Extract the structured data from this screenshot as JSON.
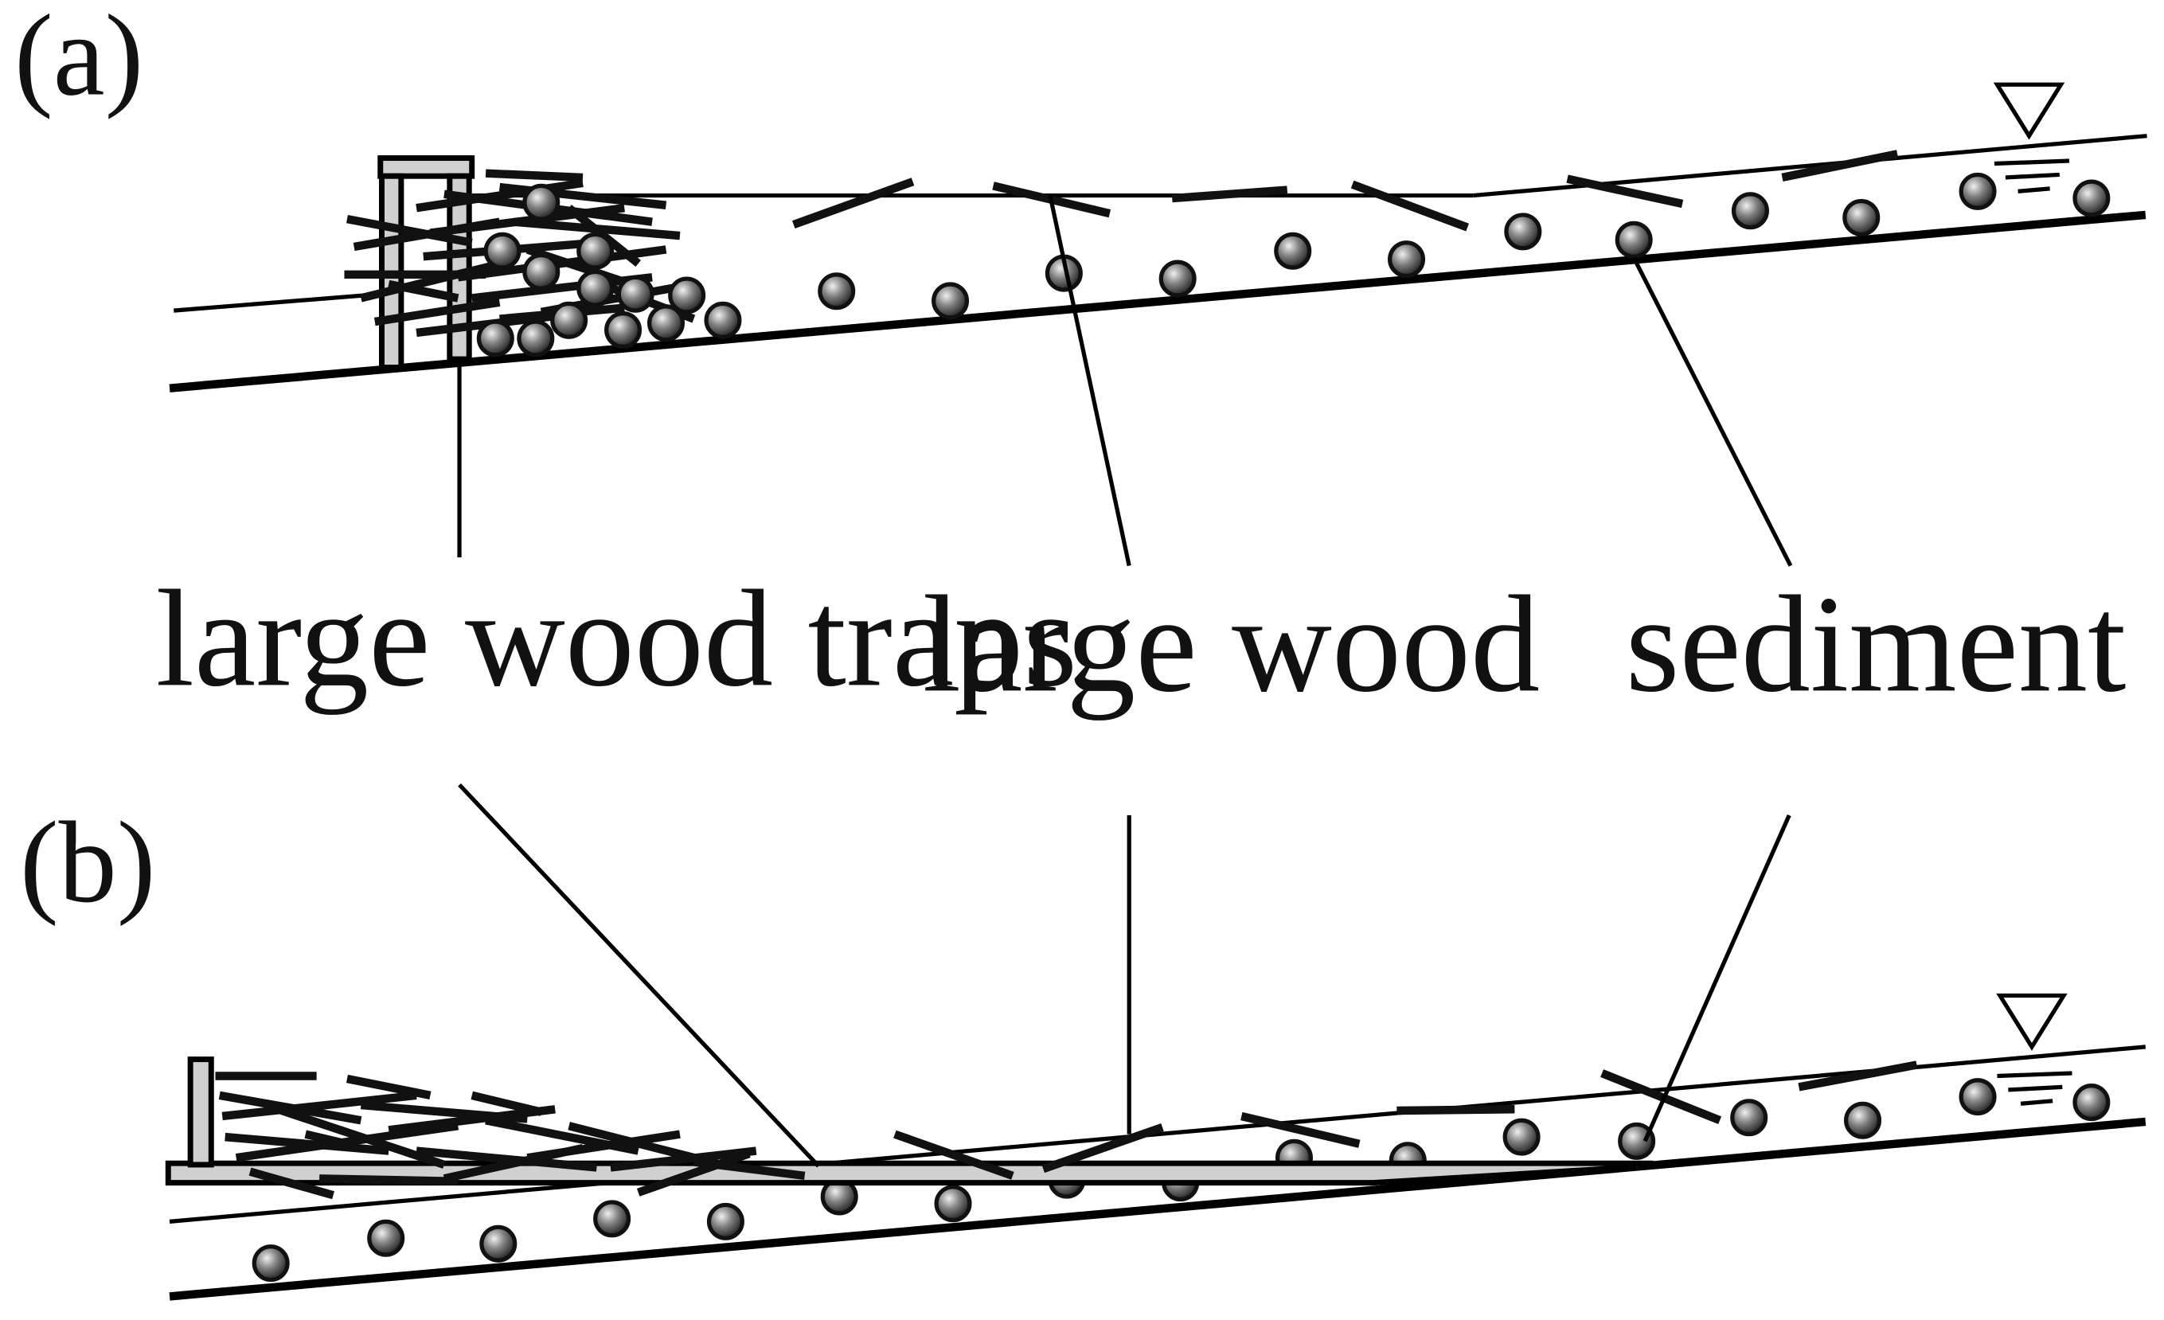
{
  "panels": [
    {
      "id": "a",
      "label": "(a)"
    },
    {
      "id": "b",
      "label": "(b)"
    }
  ],
  "callouts": {
    "traps": "large wood traps",
    "wood": "large wood",
    "sediment": "sediment"
  },
  "colors": {
    "line": "#000000",
    "structure_fill": "#d0d0d0",
    "stone_highlight": "#f0f0f0",
    "stone_shadow": "#1a1a1a"
  },
  "icons": [
    "water-level-triangle-icon"
  ]
}
